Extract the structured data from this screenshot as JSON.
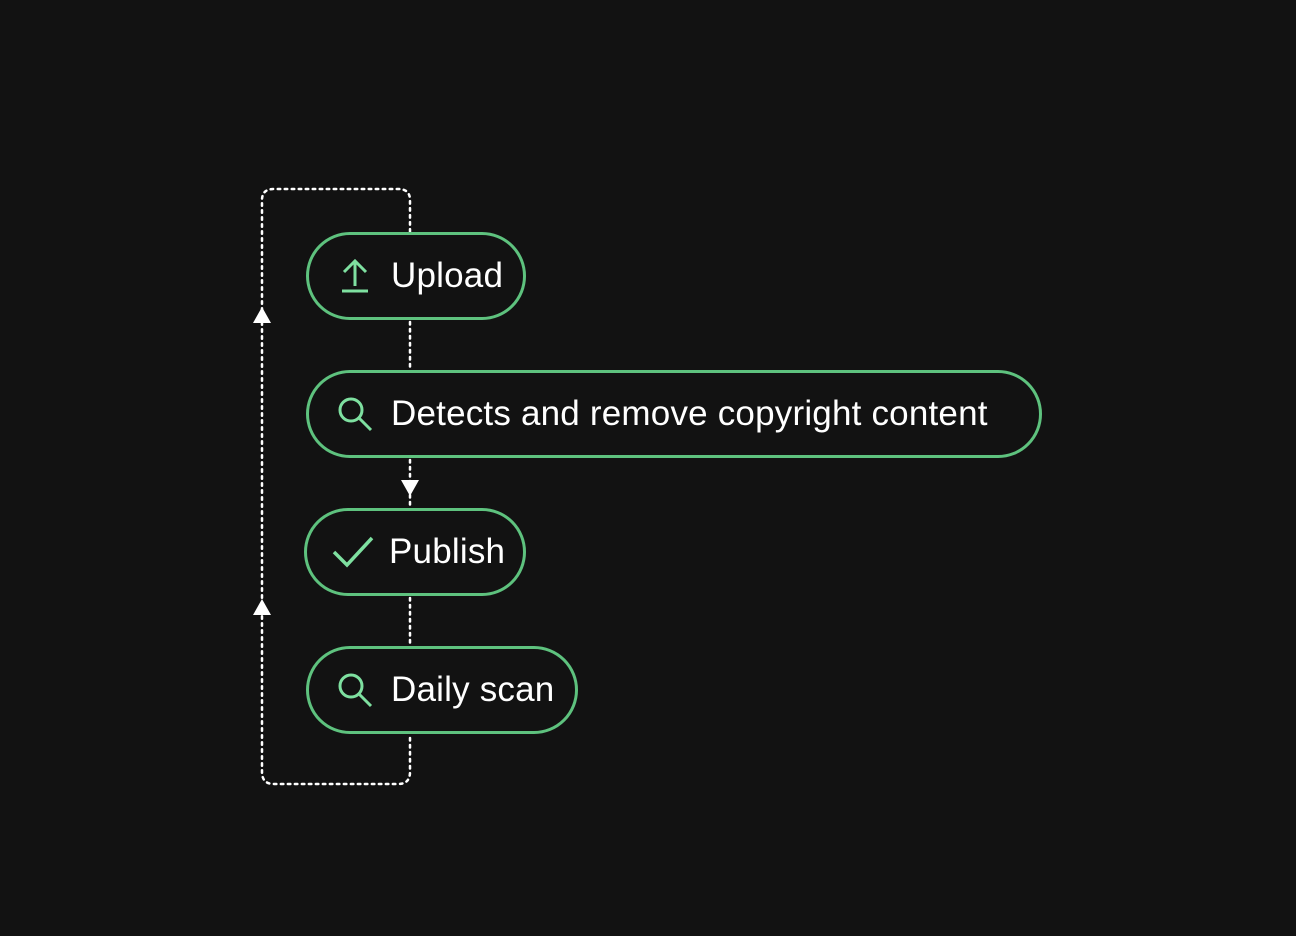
{
  "colors": {
    "background": "#121212",
    "accent": "#5ec27e",
    "icon": "#7ee0a0",
    "text": "#ffffff",
    "connector": "#ffffff"
  },
  "steps": [
    {
      "label": "Upload",
      "icon": "upload-arrow-icon"
    },
    {
      "label": "Detects and remove copyright content",
      "icon": "search-icon"
    },
    {
      "label": "Publish",
      "icon": "checkmark-icon"
    },
    {
      "label": "Daily scan",
      "icon": "search-icon"
    }
  ]
}
